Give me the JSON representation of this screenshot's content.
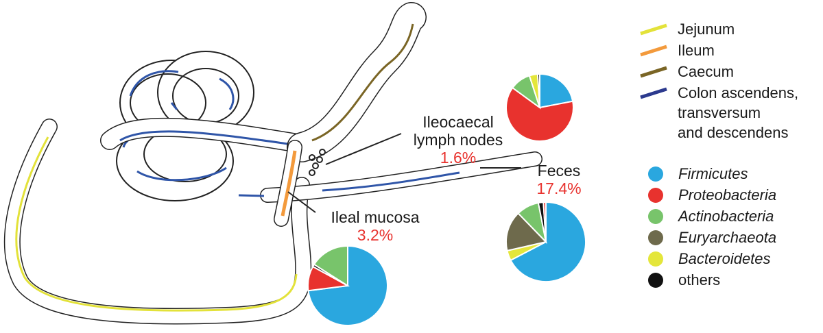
{
  "sites": {
    "lymph": {
      "title_1": "Ileocaecal",
      "title_2": "lymph nodes",
      "percent": "1.6%"
    },
    "feces": {
      "title": "Feces",
      "percent": "17.4%"
    },
    "mucosa": {
      "title": "Ileal mucosa",
      "percent": "3.2%"
    }
  },
  "segment_legend": [
    {
      "label": "Jejunum",
      "color": "#e3e23a"
    },
    {
      "label": "Ileum",
      "color": "#f39a3c"
    },
    {
      "label": "Caecum",
      "color": "#7a6525"
    },
    {
      "label": "Colon ascendens,",
      "color": "#2c3a8e"
    },
    {
      "label": "transversum",
      "color": ""
    },
    {
      "label": "and descendens",
      "color": ""
    }
  ],
  "phylum_legend": [
    {
      "label": "Firmicutes",
      "color": "#2aa7df"
    },
    {
      "label": "Proteobacteria",
      "color": "#e8322e"
    },
    {
      "label": "Actinobacteria",
      "color": "#78c46b"
    },
    {
      "label": "Euryarchaeota",
      "color": "#6e6a4c"
    },
    {
      "label": "Bacteroidetes",
      "color": "#e4e63b"
    },
    {
      "label": "others",
      "color": "#111111"
    }
  ],
  "chart_data": [
    {
      "type": "pie",
      "site": "Ileocaecal lymph nodes",
      "slices": [
        {
          "name": "Firmicutes",
          "value": 22
        },
        {
          "name": "Proteobacteria",
          "value": 63
        },
        {
          "name": "Actinobacteria",
          "value": 10
        },
        {
          "name": "Bacteroidetes",
          "value": 4
        },
        {
          "name": "others",
          "value": 1
        }
      ]
    },
    {
      "type": "pie",
      "site": "Feces",
      "slices": [
        {
          "name": "Firmicutes",
          "value": 66
        },
        {
          "name": "Bacteroidetes",
          "value": 4
        },
        {
          "name": "Euryarchaeota",
          "value": 16
        },
        {
          "name": "Actinobacteria",
          "value": 9
        },
        {
          "name": "others",
          "value": 2
        },
        {
          "name": "Proteobacteria",
          "value": 1
        }
      ]
    },
    {
      "type": "pie",
      "site": "Ileal mucosa",
      "slices": [
        {
          "name": "Firmicutes",
          "value": 73
        },
        {
          "name": "Proteobacteria",
          "value": 10
        },
        {
          "name": "others",
          "value": 1
        },
        {
          "name": "Actinobacteria",
          "value": 16
        }
      ]
    }
  ]
}
